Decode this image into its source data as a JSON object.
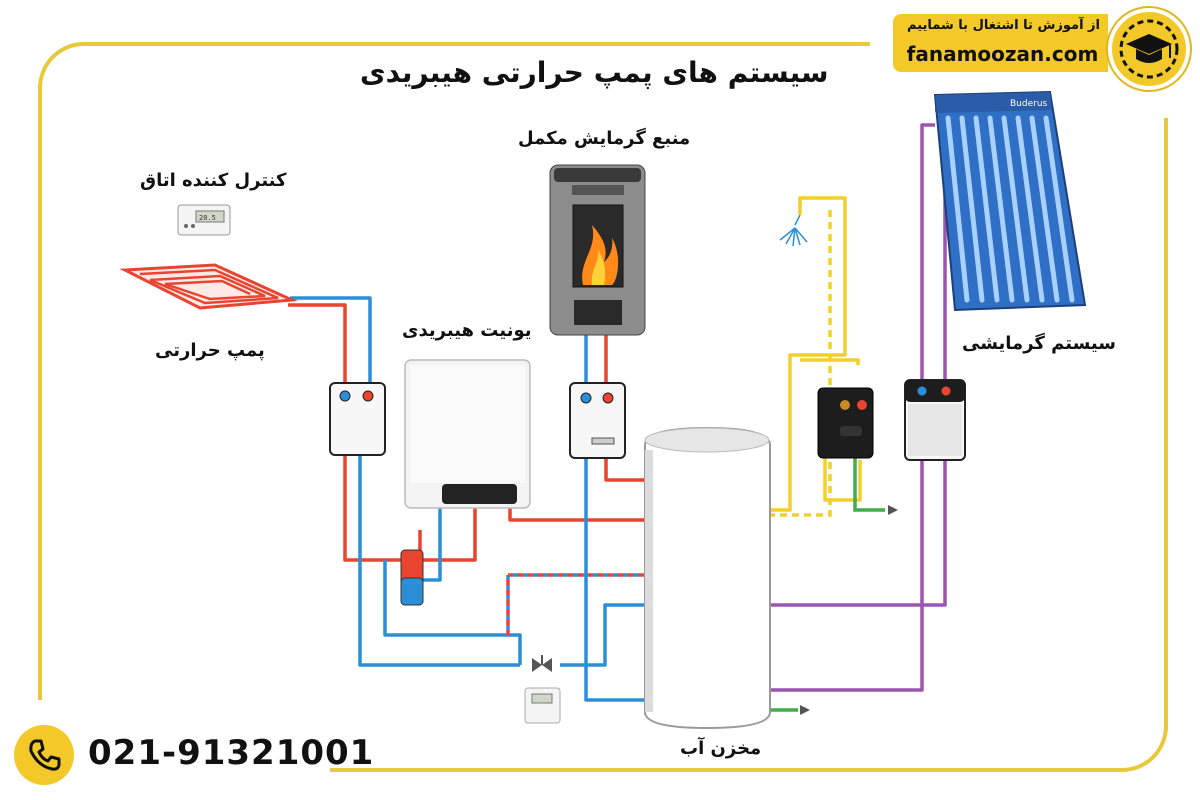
{
  "brand": {
    "slogan": "از آموزش تا اشتغال با شماییم",
    "url": "fanamoozan.com",
    "accent_color": "#f2c928"
  },
  "title": "سیستم های پمپ حرارتی هیبریدی",
  "labels": {
    "room_controller": "کنترل کننده اتاق",
    "heat_pump": "پمپ حرارتی",
    "hybrid_unit": "یونیت هیبریدی",
    "auxiliary_heat_source": "منبع گرمایش مکمل",
    "heating_system": "سیستم گرمایشی",
    "water_tank": "مخزن آب",
    "solar_brand": "Buderus",
    "thermostat_display": "20.5"
  },
  "contact": {
    "phone": "021-91321001",
    "phone_icon": "phone-icon"
  },
  "colors": {
    "hot_pipe": "#e8442f",
    "cold_pipe": "#2b8fd8",
    "solar_pipe": "#9b55b0",
    "dhw_pipe": "#f2cf2a",
    "green_pipe": "#3fae49",
    "frame": "#e9c93c",
    "collector": "#2f6fc6"
  }
}
